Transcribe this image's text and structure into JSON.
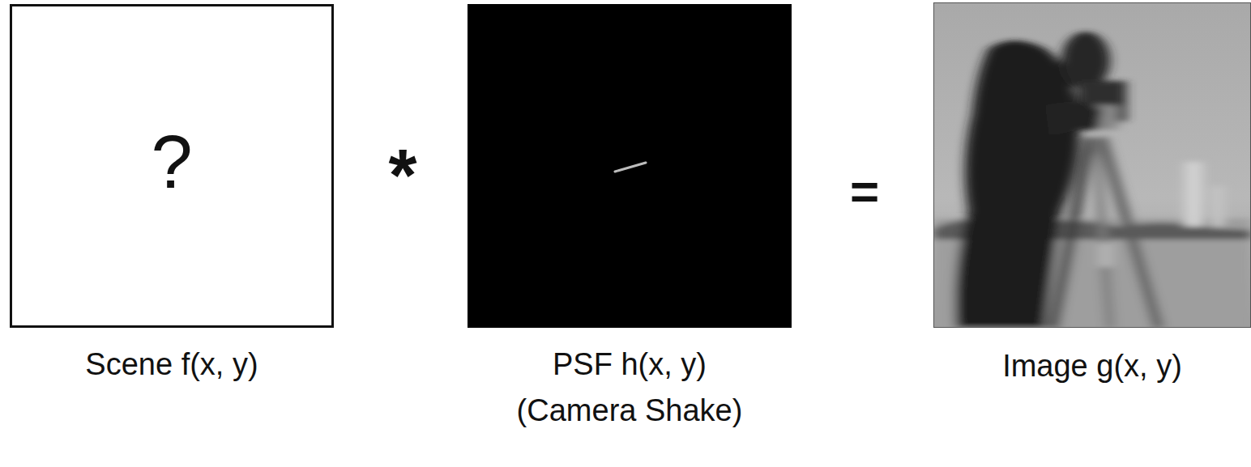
{
  "diagram": {
    "nodes": [
      {
        "text": [
          "?",
          "Scene f(x, y)"
        ]
      },
      {
        "text": [
          "PSF h(x, y) (Camera Shake)"
        ]
      },
      {
        "text": [
          "Image g(x, y)"
        ]
      }
    ],
    "labels": [
      "*",
      "="
    ]
  }
}
